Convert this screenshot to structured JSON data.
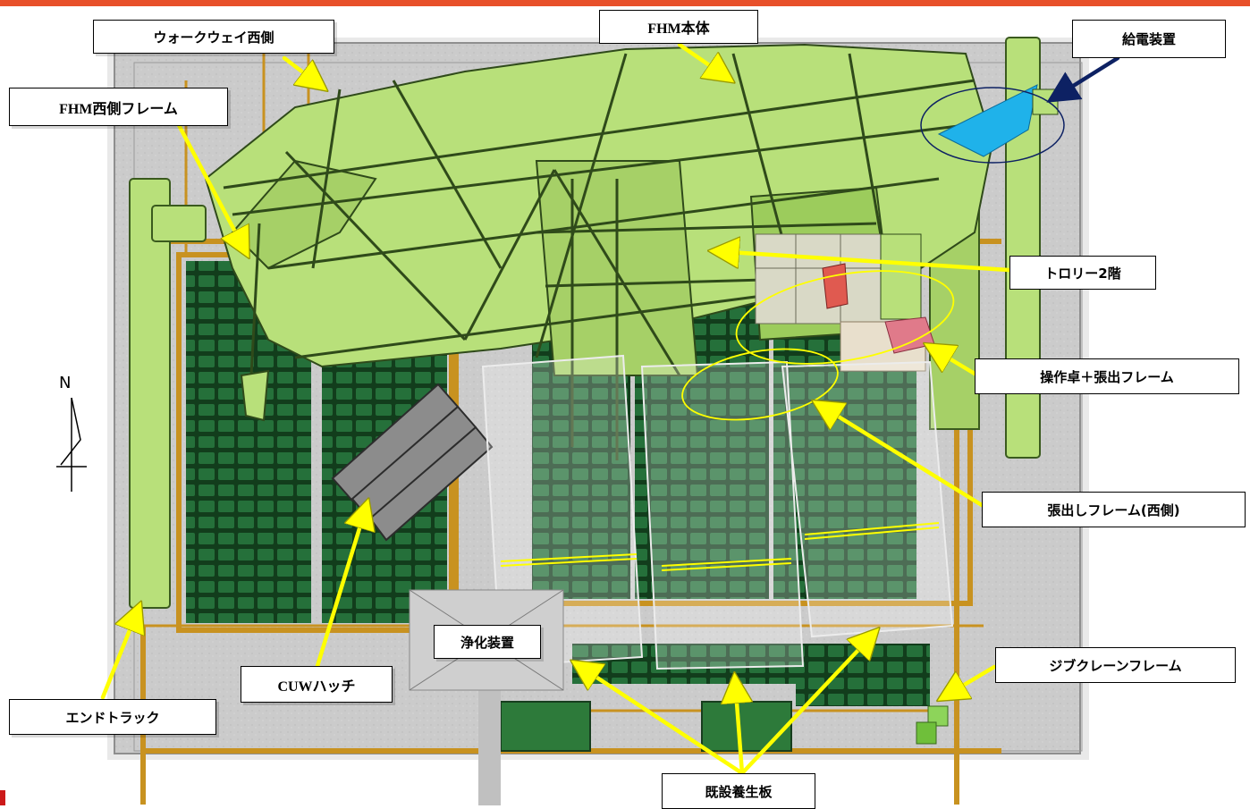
{
  "labels": {
    "walkway_west": "ウォークウェイ西側",
    "fhm_body": "FHM本体",
    "power_supply": "給電装置",
    "fhm_west_frame": "FHM西側フレーム",
    "trolley_2f": "トロリー2階",
    "console_overhang": "操作卓＋張出フレーム",
    "overhang_west": "張出しフレーム(西側)",
    "purifier": "浄化装置",
    "jib_crane_frame": "ジブクレーンフレーム",
    "cuw_hatch": "CUWハッチ",
    "end_track": "エンドトラック",
    "existing_cover": "既設養生板"
  },
  "compass": {
    "north_label": "N"
  },
  "colors": {
    "top_bar": "#e8502a",
    "arrow_yellow": "#ffff00",
    "arrow_navy": "#0d2163",
    "frame_green": "#b8e07a",
    "frame_dark": "#2f4a1a",
    "rack_green": "#1e5e2c",
    "floor_gray": "#c9c9c9",
    "rail_orange": "#c89220",
    "power_blue": "#1fb2ea",
    "console_red": "#e05050"
  }
}
